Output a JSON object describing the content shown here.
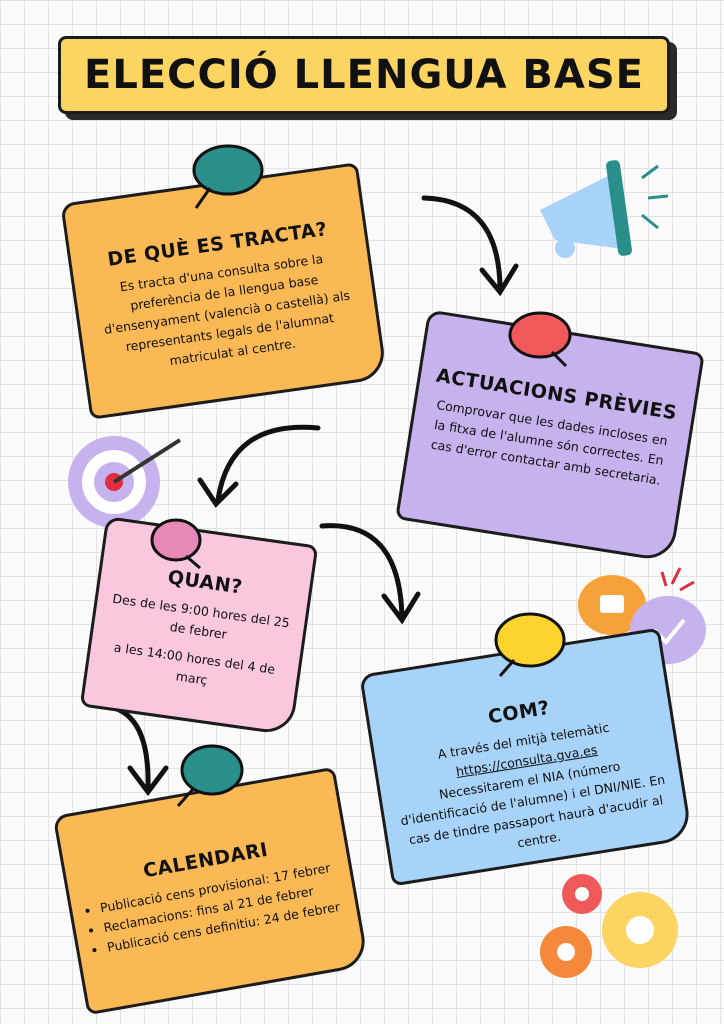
{
  "title": "ELECCIÓ LLENGUA BASE",
  "sections": {
    "what": {
      "heading": "DE QUÈ ES TRACTA?",
      "text": "Es tracta d'una consulta sobre la preferència de la llengua base d'ensenyament (valencià o castellà) als representants legals de l'alumnat matriculat al centre."
    },
    "prior": {
      "heading": "ACTUACIONS PRÈVIES",
      "text": "Comprovar que les dades incloses en la fitxa de l'alumne són correctes. En cas d'error contactar amb secretaria."
    },
    "when": {
      "heading": "QUAN?",
      "text1": "Des de les 9:00 hores del 25 de febrer",
      "text2": "a les 14:00 hores del 4 de març"
    },
    "how": {
      "heading": "COM?",
      "text1": "A través del mitjà telemàtic",
      "link": "https://consulta.gva.es",
      "text2": "Necessitarem el NIA (número d'identificació de l'alumne) i el DNI/NIE. En cas de tindre passaport haurà d'acudir al centre."
    },
    "calendar": {
      "heading": "CALENDARI",
      "items": [
        "Publicació cens provisional: 17 febrer",
        "Reclamacions: fins al 21 de febrer",
        "Publicació cens definitiu: 24 de febrer"
      ]
    }
  },
  "colors": {
    "banner": "#fcd462",
    "orange": "#fbb955",
    "purple": "#c6b3ee",
    "pink": "#f9c8df",
    "blue": "#a8d3f8"
  }
}
